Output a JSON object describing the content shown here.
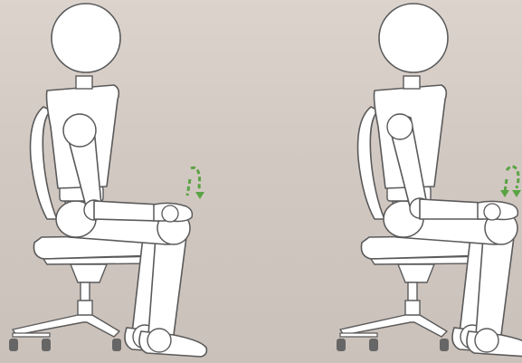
{
  "colors": {
    "background": "#d6ccc6",
    "figure_fill": "#ffffff",
    "outline": "#5a5a5a",
    "wheel": "#666666",
    "arrow": "#5aa343"
  },
  "panels": [
    {
      "name": "left",
      "arm_pose": "forearm-forward",
      "arrow_direction": "down"
    },
    {
      "name": "right",
      "arm_pose": "upper-arm-forward",
      "arrow_direction": "down"
    }
  ]
}
